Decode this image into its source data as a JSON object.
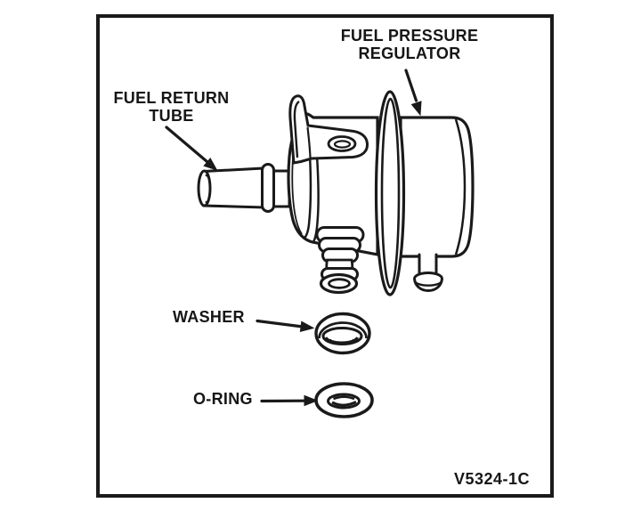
{
  "callouts": {
    "fuel_pressure_regulator": "FUEL PRESSURE\nREGULATOR",
    "fuel_return_tube": "FUEL RETURN\nTUBE",
    "washer": "WASHER",
    "o_ring": "O-RING"
  },
  "figure_code": "V5324-1C",
  "colors": {
    "ink": "#1a1a1a",
    "paper": "#ffffff"
  }
}
